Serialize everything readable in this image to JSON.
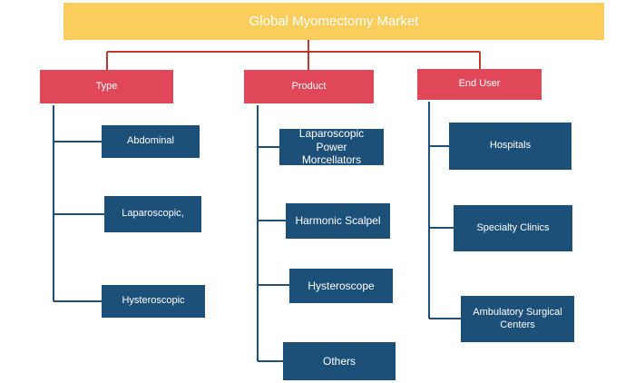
{
  "title": "Global Myomectomy Market",
  "categories": [
    {
      "label": "Type",
      "items": [
        "Abdominal",
        "Laparoscopic,",
        "Hysteroscopic"
      ]
    },
    {
      "label": "Product",
      "items": [
        "Laparoscopic Power\nMorcellators",
        "Harmonic Scalpel",
        "Hysteroscope",
        "Others"
      ]
    },
    {
      "label": "End User",
      "items": [
        "Hospitals",
        "Specialty Clinics",
        "Ambulatory Surgical\nCenters"
      ]
    }
  ],
  "colors": {
    "title_bg": "#fbcd5d",
    "category_bg": "#e0485a",
    "leaf_bg": "#1d5079",
    "category_connector": "#c0392b",
    "leaf_connector": "#1f4e79"
  }
}
